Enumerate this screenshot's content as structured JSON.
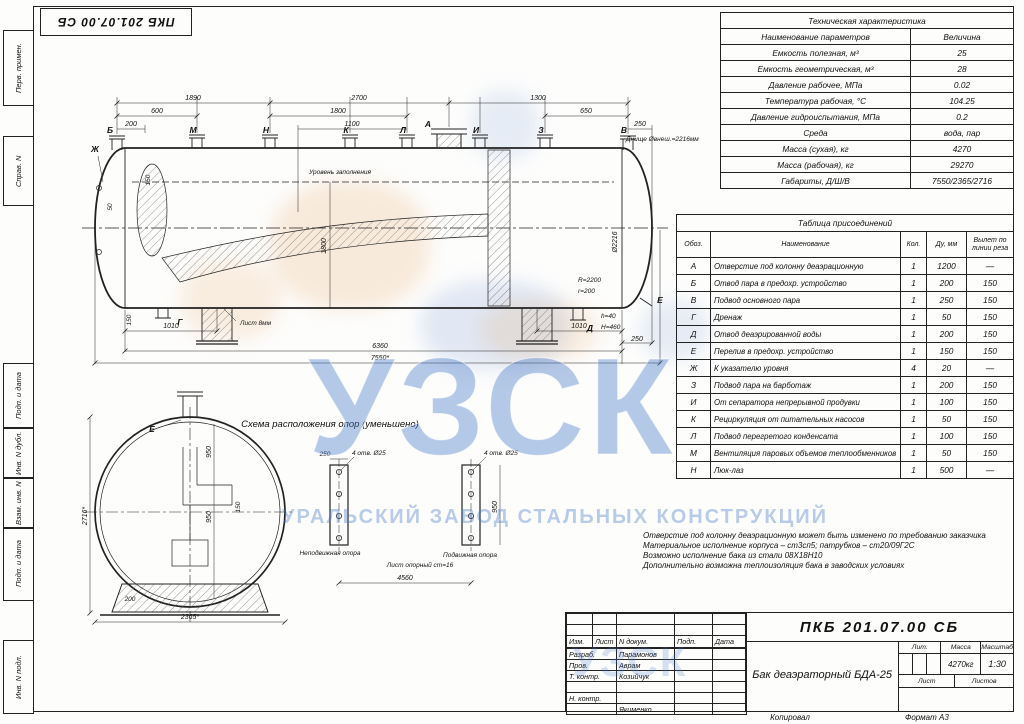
{
  "page": {
    "code_stamp": "ПКБ 201.07.00 СБ",
    "copied": "Копировал",
    "format": "Формат А3"
  },
  "left_labels": [
    "Перв. примен.",
    "Справ. N",
    "Подп. и дата",
    "Инв. N дубл.",
    "Взам. инв. N",
    "Подп. и дата",
    "Инв. N подл."
  ],
  "tech_table": {
    "title": "Техническая характеристика",
    "col_param": "Наименование параметров",
    "col_value": "Величина",
    "rows": [
      [
        "Емкость полезная, м³",
        "25"
      ],
      [
        "Емкость геометрическая, м³",
        "28"
      ],
      [
        "Давление рабочее, МПа",
        "0.02"
      ],
      [
        "Температура рабочая, °С",
        "104.25"
      ],
      [
        "Давление гидроиспытания, МПа",
        "0.2"
      ],
      [
        "Среда",
        "вода, пар"
      ],
      [
        "Масса (сухая), кг",
        "4270"
      ],
      [
        "Масса (рабочая), кг",
        "29270"
      ],
      [
        "Габариты, Д/Ш/В",
        "7550/2365/2716"
      ]
    ]
  },
  "conn_table": {
    "title": "Таблица присоединений",
    "headers": [
      "Обоз.",
      "Наименование",
      "Кол.",
      "Ду, мм",
      "Вылет по линии реза"
    ],
    "rows": [
      [
        "А",
        "Отверстие под колонну деаэрационную",
        "1",
        "1200",
        "—"
      ],
      [
        "Б",
        "Отвод пара в предохр. устройство",
        "1",
        "200",
        "150"
      ],
      [
        "В",
        "Подвод основного пара",
        "1",
        "250",
        "150"
      ],
      [
        "Г",
        "Дренаж",
        "1",
        "50",
        "150"
      ],
      [
        "Д",
        "Отвод деаэрированной воды",
        "1",
        "200",
        "150"
      ],
      [
        "Е",
        "Перелив в предохр. устройство",
        "1",
        "150",
        "150"
      ],
      [
        "Ж",
        "К указателю уровня",
        "4",
        "20",
        "—"
      ],
      [
        "З",
        "Подвод пара на барботаж",
        "1",
        "200",
        "150"
      ],
      [
        "И",
        "От сепаратора непрерывной продувки",
        "1",
        "100",
        "150"
      ],
      [
        "К",
        "Рециркуляция от питательных насосов",
        "1",
        "50",
        "150"
      ],
      [
        "Л",
        "Подвод перегретого конденсата",
        "1",
        "100",
        "150"
      ],
      [
        "М",
        "Вентиляция паровых объемов теплообменников",
        "1",
        "50",
        "150"
      ],
      [
        "Н",
        "Люк-лаз",
        "1",
        "500",
        "—"
      ]
    ]
  },
  "notes": [
    "Отверстие под колонну деаэрационную может быть изменено по требованию заказчика",
    "Материальное исполнение корпуса – ст3сп5; патрубков – ст20/09Г2С",
    "Возможно исполнение бака из стали 08Х18Н10",
    "Дополнительно возможна теплоизоляция бака в заводских условиях"
  ],
  "drawing": {
    "title_end_view": "Схема расположения опор (уменьшено)",
    "level_label": "Уровень заполнения",
    "shell_label": "Лист 8мм",
    "head_label": "Днище Øвнеш.=2216мм",
    "dims": {
      "l1890": "1890",
      "l2700": "2700",
      "l1300": "1300",
      "l600": "600",
      "l1800": "1800",
      "l650": "650",
      "l200": "200",
      "l1100": "1100",
      "l250": "250",
      "v1800": "1800",
      "v2216": "Ø2216",
      "s50": "50",
      "s150": "150",
      "s1010": "1010",
      "b6360": "6360",
      "b7550": "7550*",
      "r2200": "R=2200",
      "r200": "r=200",
      "h40": "h=40",
      "h460": "Н=460"
    },
    "letters": {
      "a": "А",
      "b": "Б",
      "v": "В",
      "g": "Г",
      "d": "Д",
      "e": "Е",
      "zh": "Ж",
      "z": "З",
      "i": "И",
      "k": "К",
      "l": "Л",
      "m": "М",
      "n": "Н"
    },
    "end_view": {
      "d2716": "2716*",
      "d2365": "2365*",
      "d950": "950",
      "d200": "200",
      "d150": "150",
      "d250": "250",
      "holes": "4 отв. Ø25",
      "d4560": "4560",
      "base_sheet": "Лист опорный ст=16",
      "support_fixed": "Неподвижная опора",
      "support_movable": "Подвижная опора"
    }
  },
  "watermark": {
    "main": "УЗСК",
    "sub": "УРАЛЬСКИЙ ЗАВОД СТАЛЬНЫХ КОНСТРУКЦИЙ"
  },
  "title_block": {
    "doc_number": "ПКБ 201.07.00 СБ",
    "product": "Бак деаэраторный БДА-25",
    "col_izm": "Изм.",
    "col_list": "Лист",
    "col_doc": "N докум.",
    "col_podp": "Подп.",
    "col_data": "Дата",
    "sign_rows": [
      {
        "role": "Разраб.",
        "name": "Парамонов"
      },
      {
        "role": "Пров.",
        "name": "Аврам"
      },
      {
        "role": "Т. контр.",
        "name": "Козийчук"
      },
      {
        "role": "",
        "name": ""
      },
      {
        "role": "Н. контр.",
        "name": ""
      },
      {
        "role": "",
        "name": "Якименко"
      }
    ],
    "lit": "Лит.",
    "mass_label": "Масса",
    "scale_label": "Масштаб",
    "mass": "4270кг",
    "scale": "1:30",
    "sheet": "Лист",
    "sheets": "Листов"
  }
}
